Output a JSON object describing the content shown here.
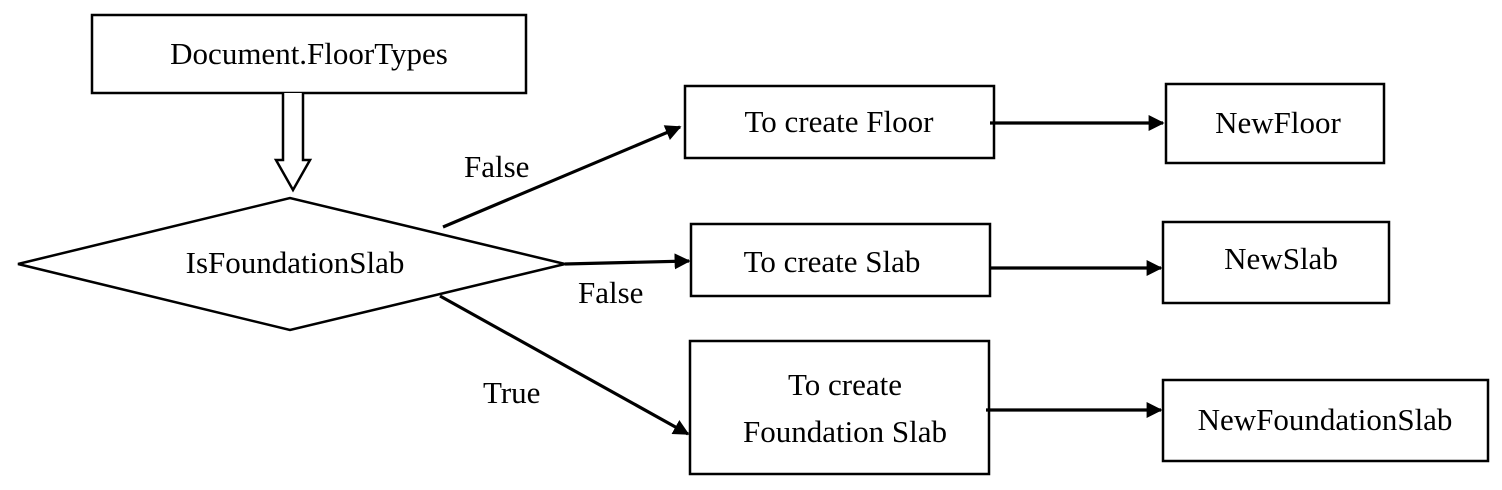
{
  "diagram": {
    "nodes": {
      "floor_types": "Document.FloorTypes",
      "decision": "IsFoundationSlab",
      "create_floor": "To create Floor",
      "create_slab": "To create Slab",
      "create_foundation_line1": "To create",
      "create_foundation_line2": "Foundation Slab",
      "new_floor": "NewFloor",
      "new_slab": "NewSlab",
      "new_foundation_slab": "NewFoundationSlab"
    },
    "edge_labels": {
      "to_floor": "False",
      "to_slab": "False",
      "to_foundation": "True"
    },
    "colors": {
      "stroke": "#000000",
      "fill": "#ffffff"
    }
  }
}
